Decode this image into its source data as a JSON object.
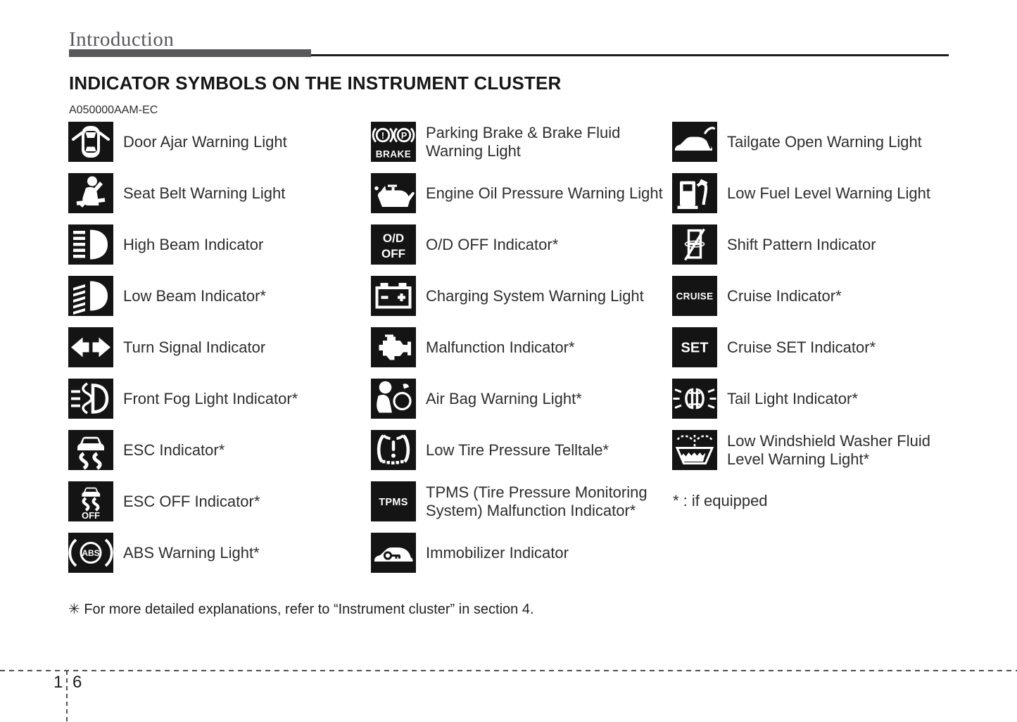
{
  "page": {
    "section": "Introduction",
    "title": "INDICATOR SYMBOLS ON THE INSTRUMENT CLUSTER",
    "code": "A050000AAM-EC",
    "equipped_note": "* : if equipped",
    "footnote": "✳ For more detailed explanations, refer to “Instrument cluster” in section 4.",
    "page_number": {
      "chapter": "1",
      "page": "6"
    }
  },
  "colors": {
    "icon_bg": "#141414",
    "icon_fg": "#ffffff",
    "header_gray": "#58585a",
    "text": "#2d2d2d"
  },
  "columns": [
    {
      "items": [
        {
          "icon": "door-ajar-warning-icon",
          "label": "Door Ajar Warning Light"
        },
        {
          "icon": "seat-belt-warning-icon",
          "label": "Seat Belt Warning Light"
        },
        {
          "icon": "high-beam-icon",
          "label": "High Beam Indicator"
        },
        {
          "icon": "low-beam-icon",
          "label": "Low Beam Indicator*"
        },
        {
          "icon": "turn-signal-icon",
          "label": "Turn Signal Indicator"
        },
        {
          "icon": "front-fog-light-icon",
          "label": "Front Fog Light Indicator*"
        },
        {
          "icon": "esc-icon",
          "label": "ESC Indicator*"
        },
        {
          "icon": "esc-off-icon",
          "label": "ESC OFF Indicator*",
          "icon_text": "OFF"
        },
        {
          "icon": "abs-warning-icon",
          "label": "ABS Warning Light*",
          "icon_text": "ABS"
        }
      ]
    },
    {
      "items": [
        {
          "icon": "parking-brake-warning-icon",
          "label": "Parking Brake & Brake Fluid Warning Light",
          "icon_text": "BRAKE",
          "icon_text2": "!",
          "icon_text3": "P"
        },
        {
          "icon": "engine-oil-pressure-icon",
          "label": "Engine Oil Pressure Warning Light"
        },
        {
          "icon": "od-off-icon",
          "label": "O/D OFF Indicator*",
          "icon_text": "O/D",
          "icon_text2": "OFF"
        },
        {
          "icon": "charging-system-icon",
          "label": "Charging System Warning Light"
        },
        {
          "icon": "malfunction-indicator-icon",
          "label": "Malfunction Indicator*"
        },
        {
          "icon": "air-bag-warning-icon",
          "label": "Air Bag Warning Light*"
        },
        {
          "icon": "low-tire-pressure-icon",
          "label": "Low Tire Pressure Telltale*"
        },
        {
          "icon": "tpms-icon",
          "label": "TPMS (Tire Pressure Monitoring System) Malfunction Indicator*",
          "icon_text": "TPMS"
        },
        {
          "icon": "immobilizer-icon",
          "label": "Immobilizer Indicator"
        }
      ]
    },
    {
      "items": [
        {
          "icon": "tailgate-open-warning-icon",
          "label": "Tailgate Open Warning Light"
        },
        {
          "icon": "low-fuel-warning-icon",
          "label": "Low Fuel Level Warning Light"
        },
        {
          "icon": "shift-pattern-icon",
          "label": "Shift Pattern Indicator"
        },
        {
          "icon": "cruise-icon",
          "label": "Cruise Indicator*",
          "icon_text": "CRUISE"
        },
        {
          "icon": "cruise-set-icon",
          "label": "Cruise SET Indicator*",
          "icon_text": "SET"
        },
        {
          "icon": "tail-light-icon",
          "label": "Tail Light Indicator*"
        },
        {
          "icon": "washer-fluid-warning-icon",
          "label": "Low Windshield Washer Fluid Level Warning Light*"
        }
      ]
    }
  ]
}
